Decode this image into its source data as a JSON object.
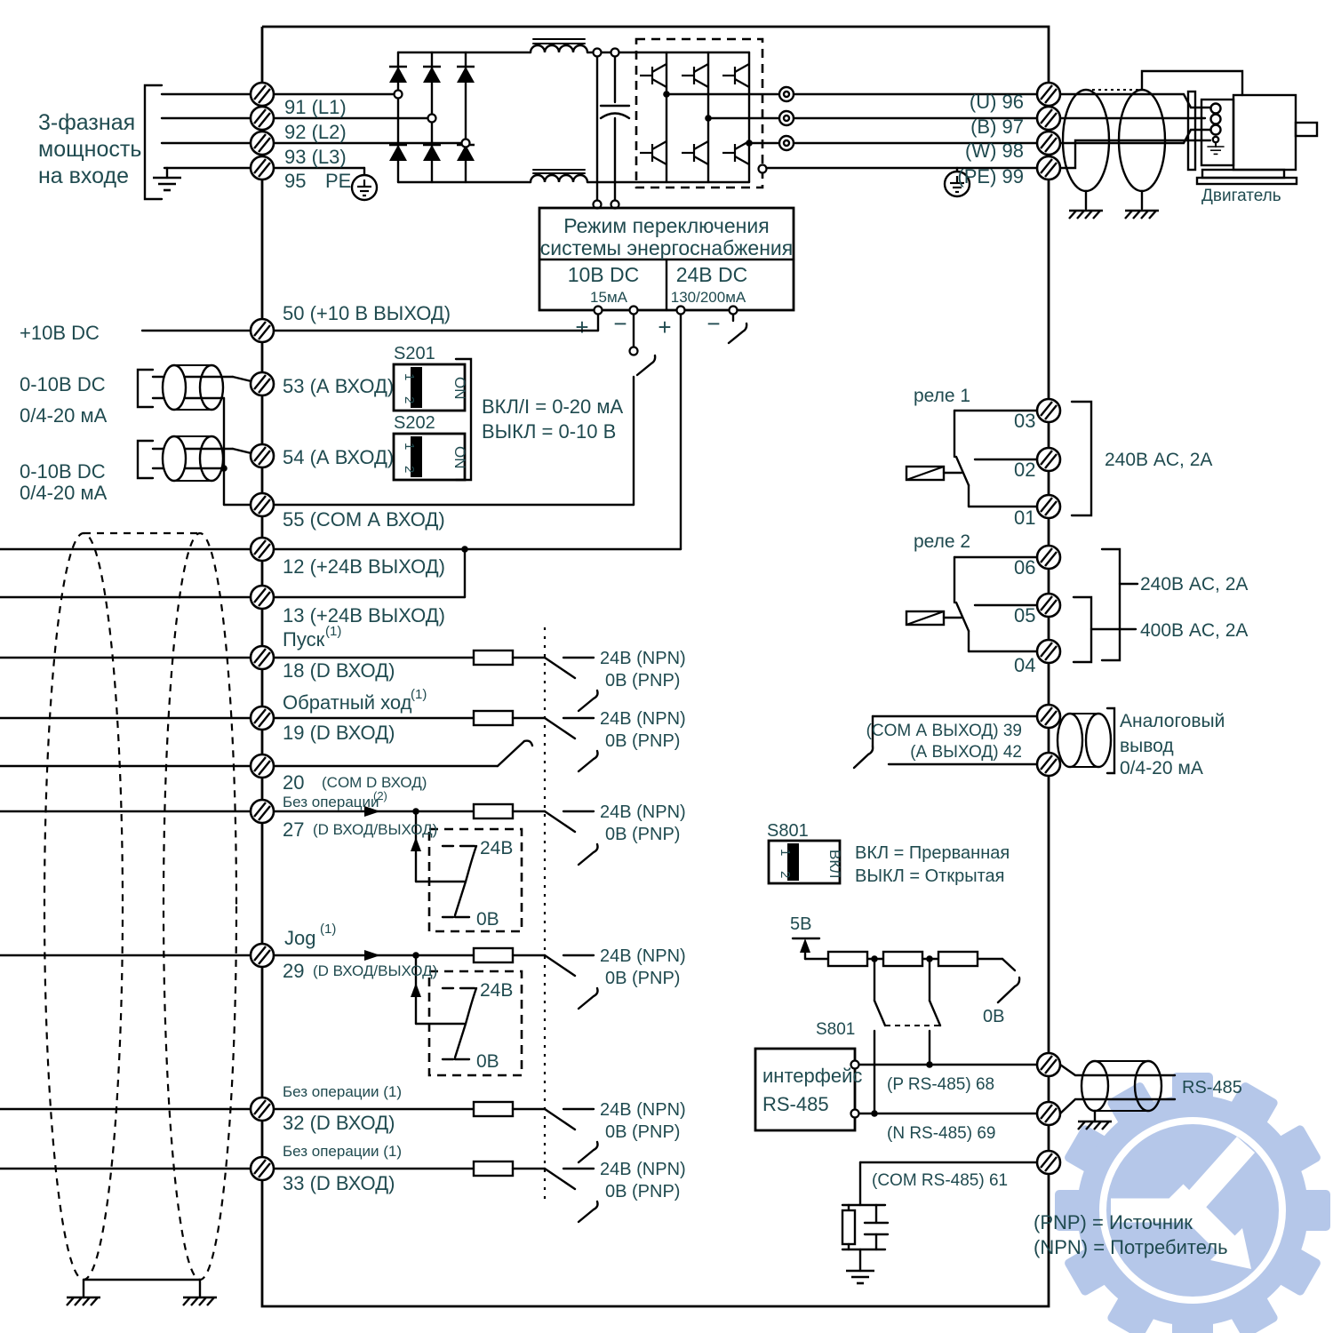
{
  "colors": {
    "line": "#000000",
    "text": "#1f4a4f",
    "watermark": "#b5c7e9",
    "watermark_glyph": "#ffffff"
  },
  "source": {
    "label_lines": [
      "3-фазная",
      "мощность",
      "на входе"
    ],
    "t91": "91 (L1)",
    "t92": "92 (L2)",
    "t93": "93 (L3)",
    "t95": "95",
    "pe": "PE"
  },
  "psu": {
    "title1": "Режим переключения",
    "title2": "системы энергоснабжения",
    "v1": "10В DC",
    "i1": "15мА",
    "v2": "24В DC",
    "i2": "130/200мА",
    "plus": "+",
    "minus": "−"
  },
  "left": {
    "p10": "+10В DC",
    "a1v": "0-10В DC",
    "a1i": "0/4-20 мА",
    "a2v": "0-10В DC",
    "a2i": "0/4-20 мА",
    "t50": "50 (+10 В ВЫХОД)",
    "t53": "53 (А ВХОД)",
    "t54": "54 (А ВХОД)",
    "t55": "55 (COM А ВХОД)",
    "t12": "12 (+24В ВЫХОД)",
    "t13": "13 (+24В ВЫХОД)",
    "start": "Пуск",
    "start_sup": "(1)",
    "t18": "18 (D ВХОД)",
    "reverse": "Обратный ход",
    "reverse_sup": "(1)",
    "t19": "19 (D ВХОД)",
    "t20": "20",
    "t20b": "(COM D ВХОД)",
    "noop27": "Без операции",
    "noop27_sup": "(2)",
    "t27": "27",
    "t27b": "(D ВХОД/ВЫХОД)",
    "jog": "Jog",
    "jog_sup": "(1)",
    "t29": "29",
    "t29b": "(D ВХОД/ВЫХОД)",
    "noop32": "Без операции (1)",
    "t32": "32 (D ВХОД)",
    "noop33": "Без операции (1)",
    "t33": "33 (D ВХОД)"
  },
  "dip": {
    "s201": "S201",
    "s202": "S202",
    "s801": "S801",
    "p1": "1",
    "p2": "2",
    "on": "ON",
    "vkl": "ВКЛ",
    "s20x_note1": "ВКЛ/I = 0-20 мА",
    "s20x_note2": "ВЫКЛ = 0-10 В",
    "s801_note1": "ВКЛ = Прерванная",
    "s801_note2": "ВЫКЛ = Открытая"
  },
  "logic": {
    "npn": "24В (NPN)",
    "pnp": "0В (PNP)",
    "v24": "24В",
    "v0": "0В"
  },
  "output": {
    "t96": "(U) 96",
    "t97": "(B) 97",
    "t98": "(W) 98",
    "t99": "(PE) 99",
    "motor": "Двигатель"
  },
  "relay1": {
    "name": "реле 1",
    "t03": "03",
    "t02": "02",
    "t01": "01",
    "rating": "240В AC, 2А"
  },
  "relay2": {
    "name": "реле 2",
    "t06": "06",
    "t05": "05",
    "t04": "04",
    "rating240": "240В AC, 2А",
    "rating400": "400В AC, 2А"
  },
  "aout": {
    "t39": "(COM А ВЫХОД) 39",
    "t42": "(А ВЫХОД) 42",
    "l1": "Аналоговый",
    "l2": "вывод",
    "l3": "0/4-20 мА"
  },
  "rs485": {
    "v5": "5В",
    "v0": "0В",
    "s801": "S801",
    "box1": "интерфейс",
    "box2": "RS-485",
    "t68": "(P RS-485) 68",
    "t69": "(N RS-485) 69",
    "t61": "(COM RS-485) 61",
    "cable": "RS-485"
  },
  "legend": {
    "pnp": "(PNP) = Источник",
    "npn": "(NPN) = Потребитель"
  }
}
